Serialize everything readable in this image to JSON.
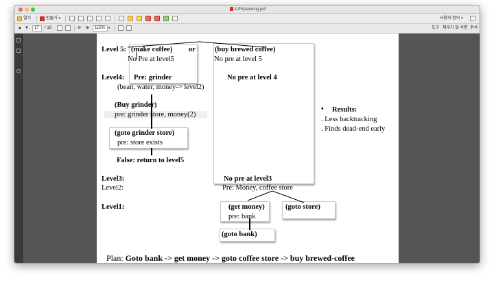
{
  "window": {
    "title": "4 PSplanning.pdf"
  },
  "toolbar1": {
    "open_label": "열기",
    "create_label": "만들기",
    "user_label": "사용자 정의"
  },
  "toolbar2": {
    "page_current": "17",
    "page_total": "/ 18",
    "zoom": "115%",
    "tools_label": "도구",
    "sign_label": "채우기 및 서명",
    "comment_label": "주석"
  },
  "page": {
    "level5_label": "Level 5:",
    "make_coffee": "(make coffee)",
    "or_text": "or",
    "buy_brewed": "(buy brewed coffee)",
    "no_pre_l5_left": "No Pre at level5",
    "no_pre_l5_right": "No pre at level 5",
    "level4_label": "Level4:",
    "pre_grinder": "Pre: grinder",
    "no_pre_l4": "No pre at level 4",
    "bean_line": "(bean, water, money-> level2)",
    "buy_grinder": "(Buy grinder)",
    "buy_grinder_pre": "pre: grinder store, money(2)",
    "goto_grinder_store": "(goto grinder store)",
    "store_exists": "pre: store exists",
    "false_return": "False:  return to level5",
    "results_bullet": "•",
    "results_title": "Results:",
    "result_1": ". Less backtracking",
    "result_2": ". Finds dead-end early",
    "level3_label": "Level3:",
    "no_pre_l3": "No pre at level3",
    "level2_label": "Level2:",
    "pre_money": "Pre: Money, coffee store",
    "level1_label": "Level1:",
    "get_money": "(get money)",
    "pre_bank": "pre: bank",
    "goto_store": "(goto store)",
    "goto_bank": "(goto bank)",
    "plan_prefix": "Plan: ",
    "plan_text": "Goto bank -> get money -> goto coffee store -> buy brewed-coffee"
  }
}
